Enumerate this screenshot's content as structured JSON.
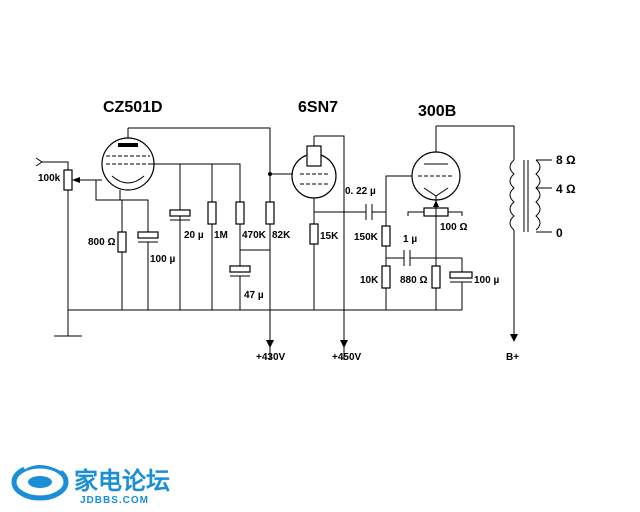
{
  "tubes": {
    "rectifier": "CZ501D",
    "driver": "6SN7",
    "output": "300B"
  },
  "components": {
    "input_pot": "100k",
    "cathode_res_1": "800 Ω",
    "cathode_cap_1": "100 µ",
    "filter_cap_1": "20 µ",
    "bleeder": "1M",
    "res_470k": "470K",
    "cap_47": "47 µ",
    "res_82k": "82K",
    "res_15k": "15K",
    "coupling_cap": "0. 22 µ",
    "grid_res": "150K",
    "cap_1u": "1 µ",
    "res_10k": "10K",
    "res_880": "880 Ω",
    "cap_100u_out": "100 µ",
    "hum_pot": "100 Ω"
  },
  "rails": {
    "v430": "+430V",
    "v450": "+450V",
    "bplus": "B+"
  },
  "taps": [
    "8 Ω",
    "4 Ω",
    "0"
  ],
  "logo": {
    "cn": "家电论坛",
    "en": "JDBBS.COM"
  }
}
